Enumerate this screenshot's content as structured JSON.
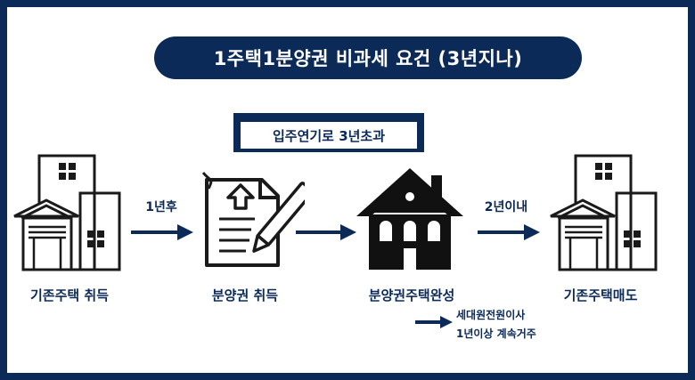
{
  "title": "1주택1분양권 비과세 요건 (3년지나)",
  "sub_condition": "입주연기로 3년초과",
  "stages": [
    {
      "label": "기존주택 취득",
      "icon": "building-icon"
    },
    {
      "label": "분양권 취득",
      "icon": "contract-document-icon"
    },
    {
      "label": "분양권주택완성",
      "icon": "house-icon"
    },
    {
      "label": "기존주택매도",
      "icon": "building-icon"
    }
  ],
  "arrows": [
    {
      "label": "1년후"
    },
    {
      "label": ""
    },
    {
      "label": "2년이내"
    }
  ],
  "notes": [
    "세대원전원이사",
    "1년이상 계속거주"
  ],
  "colors": {
    "navy": "#0c2a57",
    "white": "#ffffff"
  }
}
